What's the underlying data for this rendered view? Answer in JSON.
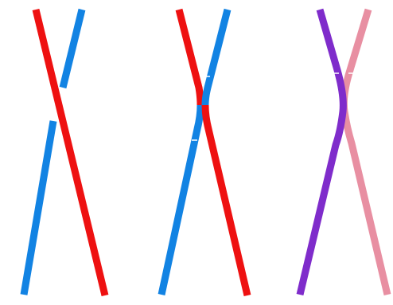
{
  "colors": {
    "background": "#ffffff",
    "red": "#ee1111",
    "blue": "#1283e3",
    "purple": "#7f2ccb",
    "pink": "#e88fa2"
  },
  "panels": [
    {
      "id": "crossover",
      "strands": [
        "red",
        "blue"
      ]
    },
    {
      "id": "exchange",
      "strands": [
        "red",
        "blue"
      ]
    },
    {
      "id": "recombined",
      "strands": [
        "purple",
        "pink"
      ]
    }
  ]
}
